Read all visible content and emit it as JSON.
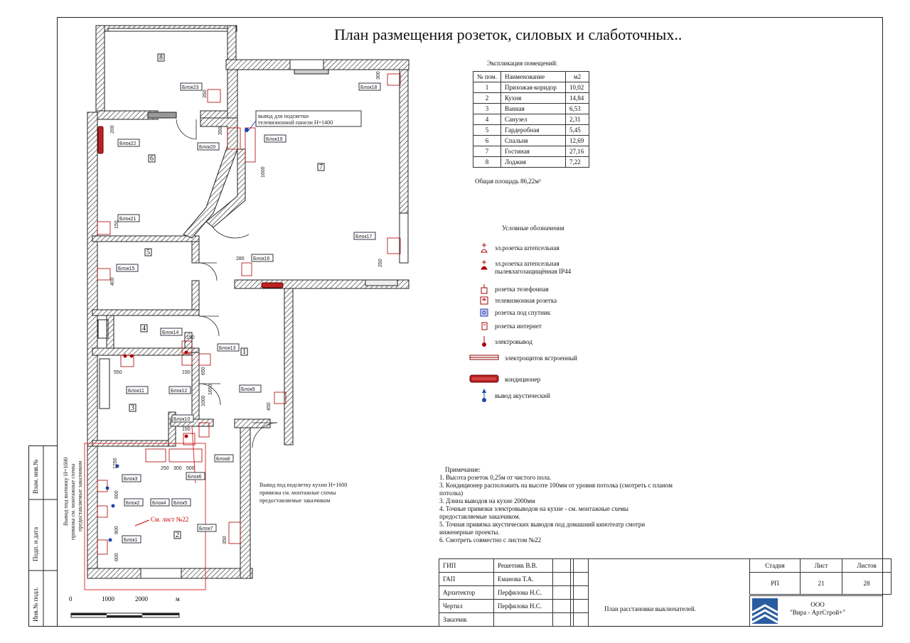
{
  "title": "План размещения розеток, силовых и слаботочных..",
  "explication": {
    "title": "Экспликация помещений:",
    "headers": [
      "№ пом.",
      "Наименование",
      "м2"
    ],
    "rows": [
      [
        "1",
        "Прихожая-коридор",
        "10,02"
      ],
      [
        "2",
        "Кухня",
        "14,84"
      ],
      [
        "3",
        "Ванная",
        "6,53"
      ],
      [
        "4",
        "Санузел",
        "2,31"
      ],
      [
        "5",
        "Гардеробная",
        "5,45"
      ],
      [
        "6",
        "Спальня",
        "12,69"
      ],
      [
        "7",
        "Гостиная",
        "27,16"
      ],
      [
        "8",
        "Лоджия",
        "7,22"
      ]
    ],
    "total": "Общая площадь 86,22м²"
  },
  "legend": {
    "title": "Условные обозначения",
    "items": [
      {
        "icon": "socket-icon",
        "label": "эл.розетка штепсельная"
      },
      {
        "icon": "socket-ip44-icon",
        "label": "эл.розетка штепсельная пылевлагозащищённая IP44"
      },
      {
        "icon": "phone-socket-icon",
        "label": "розетка  телефонная"
      },
      {
        "icon": "tv-socket-icon",
        "label": "телевизионная розетка"
      },
      {
        "icon": "satellite-socket-icon",
        "label": "розетка под спутник"
      },
      {
        "icon": "internet-socket-icon",
        "label": "розетка интернет"
      },
      {
        "icon": "power-outlet-icon",
        "label": "электровывод"
      },
      {
        "icon": "panel-icon",
        "label": "электрощиток встроенный"
      },
      {
        "icon": "ac-icon",
        "label": "кондиционер"
      },
      {
        "icon": "acoustic-icon",
        "label": "вывод акустический"
      }
    ]
  },
  "notes": {
    "title": "Примечание:",
    "lines": [
      "1. Высота розеток 0,25м от чистого пола.",
      "3. Кондиционер расположить на высоте 100мм от уровня потолка (смотреть с планом потолка)",
      "3. Длина выводов на кухне 2000мм",
      "4. Точные привязки электровыводов на кухне - см. монтажные схемы предоставляемые заказчиком.",
      "5. Точная привязка акустических выводов под домашний кинотеатр смотри инженерные проекты.",
      "6. Смотреть совместно с листом №22"
    ]
  },
  "plan": {
    "rooms": [
      "1",
      "2",
      "3",
      "4",
      "5",
      "6",
      "7",
      "8"
    ],
    "blocks": [
      "Блок1",
      "Блок2",
      "Блок3",
      "Блок4",
      "Блок5",
      "Блок6",
      "Блок7",
      "Блок8",
      "Блок9",
      "Блок10",
      "Блок11",
      "Блок12",
      "Блок13",
      "Блок14",
      "Блок15",
      "Блок16",
      "Блок17",
      "Блок18",
      "Блок19",
      "Блок20",
      "Блок21",
      "Блок22",
      "Блок23"
    ],
    "tv_note": "вывод для подсветки телевизионной панели Н=1400",
    "kitchen_note": "Вывод под подсветку кухни Н=1600 привязка см. монтажные схемы предоставляемые заказчиком",
    "hood_note": "Вывод под вытяжку Н=1600 привязка см. монтажные схемы предоставляемые заказчиком",
    "see_sheet": "См. лист №22",
    "dims": [
      "300",
      "350",
      "350",
      "200",
      "1600",
      "150",
      "280",
      "250",
      "400",
      "150",
      "550",
      "150",
      "650",
      "1650",
      "1000",
      "450",
      "150",
      "1250",
      "250",
      "300",
      "500",
      "600",
      "900",
      "600",
      "350",
      "150"
    ],
    "scale": {
      "labels": [
        "0",
        "1000",
        "2000",
        "м"
      ]
    }
  },
  "left_strip": [
    "Взам. инв.№",
    "Подп. и дата",
    "Инв.№ подл."
  ],
  "title_block": {
    "people": [
      [
        "ГИП",
        "Решетняк В.В."
      ],
      [
        "ГАП",
        "Еманова Т.А."
      ],
      [
        "Архитектор",
        "Перфилова Н.С."
      ],
      [
        "Чертил",
        "Перфилова Н.С."
      ],
      [
        "Заказчик",
        ""
      ]
    ],
    "stage_headers": [
      "Стадия",
      "Лист",
      "Листов"
    ],
    "stage_values": [
      "РП",
      "21",
      "28"
    ],
    "sheet_title": "План расстановки выключателей.",
    "company": [
      "ООО",
      "\"Вира - АртСтрой+\""
    ]
  }
}
